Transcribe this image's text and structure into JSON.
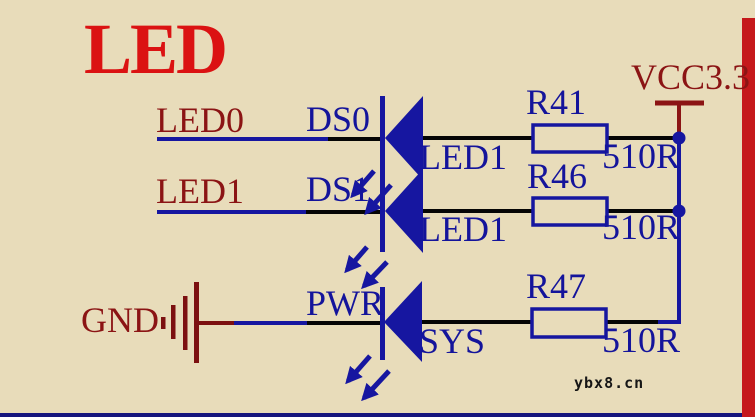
{
  "title": "LED",
  "watermark": "ybx8.cn",
  "power": {
    "net": "VCC3.3"
  },
  "rows": [
    {
      "net": "LED0",
      "designator": "DS0",
      "part": "LED1",
      "resistor": "R41",
      "value": "510R"
    },
    {
      "net": "LED1",
      "designator": "DS1",
      "part": "LED1",
      "resistor": "R46",
      "value": "510R"
    },
    {
      "net": "GND",
      "designator": "PWR",
      "part": "SYS",
      "resistor": "R47",
      "value": "510R"
    }
  ],
  "icons": {
    "led-symbol": "left-pointing-filled-triangle-with-cathode-bar",
    "emission-arrows-icon": "two-southwest-arrows",
    "ground-symbol-icon": "graduated-vertical-bars",
    "power-bar-icon": "t-bar-rail"
  },
  "colors": {
    "background": "#E8DCBA",
    "schematic_navy": "#1616A0",
    "dark_red": "#8B1414",
    "title_red": "#DB1212",
    "wire_black": "#050505",
    "right_border_red": "#C5181B",
    "bottom_border_navy": "#15157E"
  }
}
